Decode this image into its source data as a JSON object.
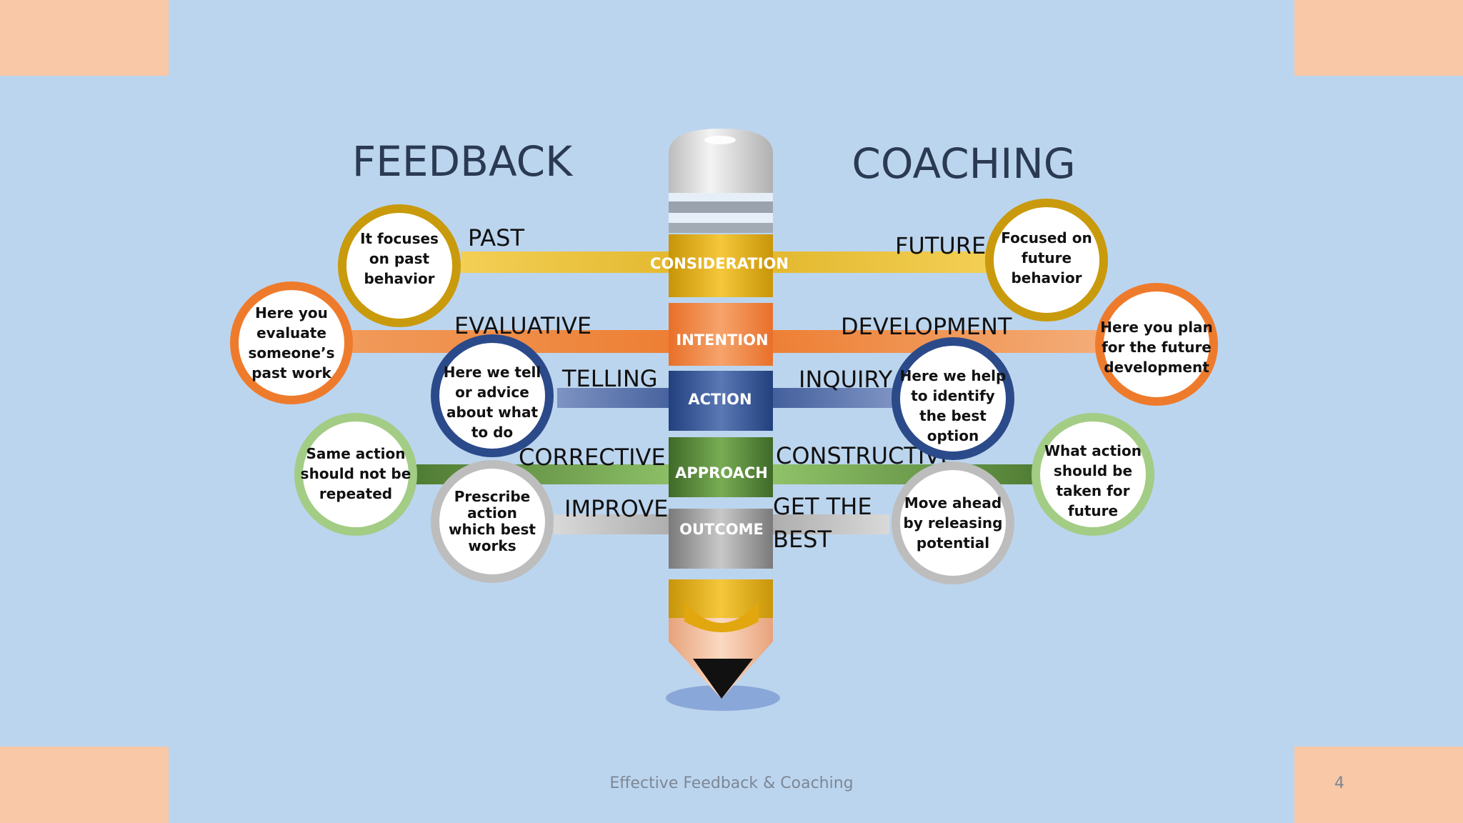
{
  "headings": {
    "feedback": "FEEDBACK",
    "coaching": "COACHING"
  },
  "pencil": {
    "consideration": "CONSIDERATION",
    "intention": "INTENTION",
    "action": "ACTION",
    "approach": "APPROACH",
    "outcome": "OUTCOME"
  },
  "feedback": {
    "past": {
      "label": "PAST",
      "lines": [
        "It focuses",
        "on past",
        "behavior"
      ]
    },
    "evaluative": {
      "label": "EVALUATIVE",
      "lines": [
        "Here you",
        "evaluate",
        "someone’s",
        "past work"
      ]
    },
    "telling": {
      "label": "TELLING",
      "lines": [
        "Here we tell",
        "or advice",
        "about what",
        "to do"
      ]
    },
    "corrective": {
      "label": "CORRECTIVE",
      "lines": [
        "Same action",
        "should not be",
        "repeated"
      ]
    },
    "improve": {
      "label": "IMPROVE",
      "lines": [
        "Prescribe",
        "action",
        "which best",
        "works"
      ]
    }
  },
  "coaching": {
    "future": {
      "label": "FUTURE",
      "lines": [
        "Focused on",
        "future",
        "behavior"
      ]
    },
    "development": {
      "label": "DEVELOPMENT",
      "lines": [
        "Here you plan",
        "for the future",
        "development"
      ]
    },
    "inquiry": {
      "label": "INQUIRY",
      "lines": [
        "Here we help",
        "to identify",
        "the best",
        "option"
      ]
    },
    "constructive": {
      "label": "CONSTRUCTIVE",
      "lines": [
        "What action",
        "should be",
        "taken for",
        "future"
      ]
    },
    "getthebest": {
      "label1": "GET THE",
      "label2": "BEST",
      "lines": [
        "Move ahead",
        "by releasing",
        "potential"
      ]
    }
  },
  "footer": {
    "text": "Effective Feedback & Coaching",
    "page": "4"
  },
  "colors": {
    "gold": "#c99a0c",
    "orange": "#ee7b2c",
    "navy": "#2b4a8a",
    "green": "#8fbf6a",
    "gray": "#b8b8b8",
    "greenText": "#4e7d26"
  }
}
